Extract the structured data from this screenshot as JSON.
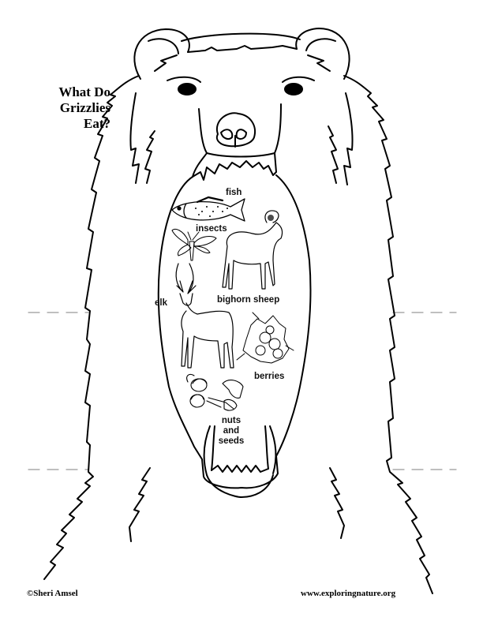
{
  "worksheet": {
    "title_lines": [
      "What Do",
      "Grizzlies",
      "Eat?"
    ],
    "food_labels": {
      "fish": "fish",
      "insects": "insects",
      "bighorn_sheep": "bighorn sheep",
      "elk": "elk",
      "berries": "berries",
      "nuts_and_seeds": [
        "nuts",
        "and",
        "seeds"
      ]
    },
    "illustrations": [
      "grizzly-bear-outline",
      "fish-icon",
      "moth-icon",
      "bighorn-sheep-icon",
      "elk-icon",
      "berries-icon",
      "nuts-and-seeds-icon"
    ],
    "fold_lines": [
      "upper-fold-line",
      "lower-fold-line"
    ]
  },
  "footer": {
    "copyright": "©Sheri Amsel",
    "website": "www.exploringnature.org"
  },
  "colors": {
    "ink": "#000000",
    "fold_line": "#999999",
    "background": "#ffffff"
  }
}
